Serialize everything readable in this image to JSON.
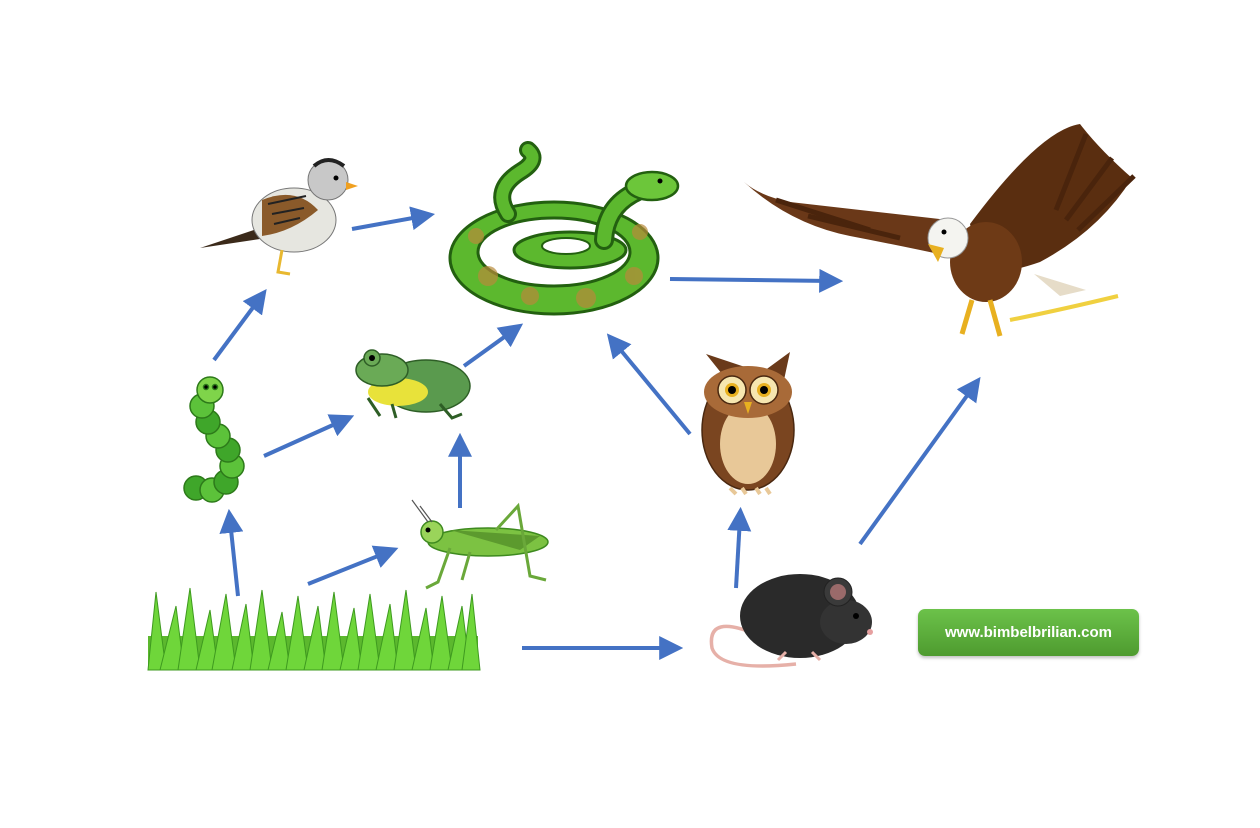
{
  "organisms": [
    {
      "id": "grass",
      "icon": "grass-icon"
    },
    {
      "id": "caterpillar",
      "icon": "caterpillar-icon"
    },
    {
      "id": "grasshopper",
      "icon": "grasshopper-icon"
    },
    {
      "id": "sparrow",
      "icon": "sparrow-icon"
    },
    {
      "id": "frog",
      "icon": "frog-icon"
    },
    {
      "id": "snake",
      "icon": "snake-icon"
    },
    {
      "id": "mouse",
      "icon": "mouse-icon"
    },
    {
      "id": "owl",
      "icon": "owl-icon"
    },
    {
      "id": "eagle",
      "icon": "eagle-icon"
    }
  ],
  "links": [
    {
      "from": "grass",
      "to": "caterpillar"
    },
    {
      "from": "grass",
      "to": "grasshopper"
    },
    {
      "from": "grass",
      "to": "mouse"
    },
    {
      "from": "caterpillar",
      "to": "sparrow"
    },
    {
      "from": "caterpillar",
      "to": "frog"
    },
    {
      "from": "grasshopper",
      "to": "frog"
    },
    {
      "from": "sparrow",
      "to": "snake"
    },
    {
      "from": "frog",
      "to": "snake"
    },
    {
      "from": "owl",
      "to": "snake"
    },
    {
      "from": "mouse",
      "to": "owl"
    },
    {
      "from": "mouse",
      "to": "eagle"
    },
    {
      "from": "snake",
      "to": "eagle"
    }
  ],
  "colors": {
    "arrow": "#4472c4",
    "badge": "#5aab38"
  },
  "watermark": {
    "text": "www.bimbelbrilian.com"
  }
}
